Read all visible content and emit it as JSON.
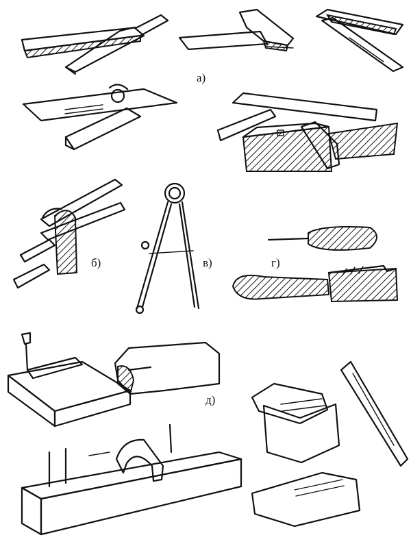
{
  "figure": {
    "labels": {
      "a": "а)",
      "b": "б)",
      "v": "в)",
      "g": "г)",
      "d": "д)"
    },
    "colors": {
      "ink": "#111111",
      "paper": "#ffffff"
    },
    "tools": [
      "try-square-icon",
      "adjustable-square-icon",
      "bevel-gauge-icon",
      "marking-gauge-icon",
      "dividers-icon",
      "awl-icon",
      "file-icon",
      "drilling-jig-icon",
      "router-template-icon"
    ]
  }
}
